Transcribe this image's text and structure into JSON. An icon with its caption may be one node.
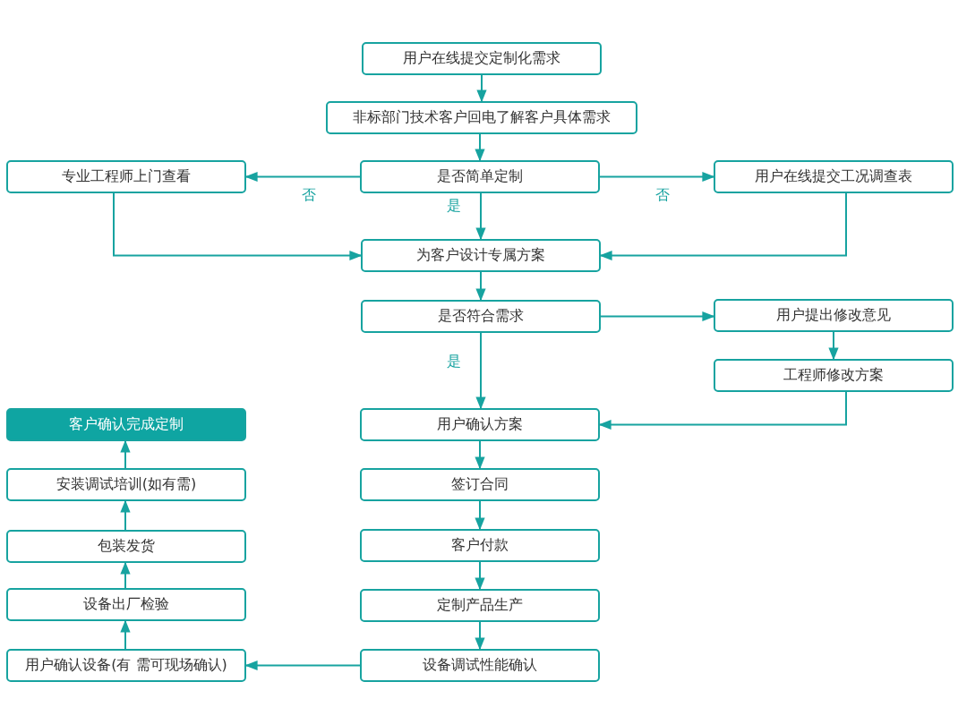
{
  "diagram": {
    "nodes": [
      {
        "text": [
          "用户在线提交定制化需求"
        ]
      },
      {
        "text": [
          "非标部门技术客户回电了解客户具体需求"
        ]
      },
      {
        "text": [
          "是否简单定制"
        ]
      },
      {
        "text": [
          "专业工程师上门查看"
        ]
      },
      {
        "text": [
          "用户在线提交工况调查表"
        ]
      },
      {
        "text": [
          "为客户设计专属方案"
        ]
      },
      {
        "text": [
          "是否符合需求"
        ]
      },
      {
        "text": [
          "用户提出修改意见"
        ]
      },
      {
        "text": [
          "工程师修改方案"
        ]
      },
      {
        "text": [
          "用户确认方案"
        ]
      },
      {
        "text": [
          "签订合同"
        ]
      },
      {
        "text": [
          "客户付款"
        ]
      },
      {
        "text": [
          "定制产品生产"
        ]
      },
      {
        "text": [
          "设备调试性能确认"
        ]
      },
      {
        "text": [
          "用户确认设备(有 需可现场确认)"
        ]
      },
      {
        "text": [
          "设备出厂检验"
        ]
      },
      {
        "text": [
          "包装发货"
        ]
      },
      {
        "text": [
          "安装调试培训(如有需)"
        ]
      },
      {
        "text": [
          "客户确认完成定制"
        ]
      }
    ],
    "edges": [
      {
        "from": 0,
        "to": 1,
        "arrow": "to"
      },
      {
        "from": 1,
        "to": 2,
        "arrow": "to"
      },
      {
        "from": 2,
        "to": 3,
        "arrow": "to",
        "label": "否"
      },
      {
        "from": 2,
        "to": 4,
        "arrow": "to",
        "label": "否"
      },
      {
        "from": 2,
        "to": 5,
        "arrow": "to",
        "label": "是"
      },
      {
        "from": 3,
        "to": 5,
        "arrow": "to"
      },
      {
        "from": 4,
        "to": 5,
        "arrow": "to"
      },
      {
        "from": 5,
        "to": 6,
        "arrow": "to"
      },
      {
        "from": 6,
        "to": 7,
        "arrow": "to"
      },
      {
        "from": 7,
        "to": 8,
        "arrow": "to"
      },
      {
        "from": 6,
        "to": 9,
        "arrow": "to",
        "label": "是"
      },
      {
        "from": 8,
        "to": 9,
        "arrow": "to"
      },
      {
        "from": 9,
        "to": 10,
        "arrow": "to"
      },
      {
        "from": 10,
        "to": 11,
        "arrow": "to"
      },
      {
        "from": 11,
        "to": 12,
        "arrow": "to"
      },
      {
        "from": 12,
        "to": 13,
        "arrow": "to"
      },
      {
        "from": 13,
        "to": 14,
        "arrow": "to"
      },
      {
        "from": 14,
        "to": 15,
        "arrow": "to"
      },
      {
        "from": 15,
        "to": 16,
        "arrow": "to"
      },
      {
        "from": 16,
        "to": 17,
        "arrow": "to"
      },
      {
        "from": 17,
        "to": 18,
        "arrow": "to"
      }
    ]
  }
}
